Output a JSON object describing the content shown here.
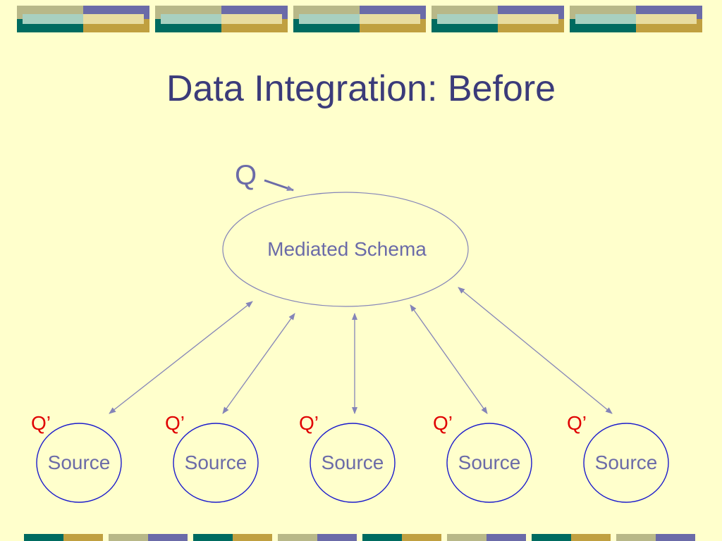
{
  "slide": {
    "title": "Data Integration: Before"
  },
  "diagram": {
    "query_label": "Q",
    "mediated_schema_label": "Mediated Schema",
    "sources": [
      {
        "label": "Source",
        "query_label": "Q’"
      },
      {
        "label": "Source",
        "query_label": "Q’"
      },
      {
        "label": "Source",
        "query_label": "Q’"
      },
      {
        "label": "Source",
        "query_label": "Q’"
      },
      {
        "label": "Source",
        "query_label": "Q’"
      }
    ]
  },
  "colors": {
    "background": "#FFFFCC",
    "title": "#3B3B7A",
    "diagram_text": "#6B6BA8",
    "arrow": "#8484B8",
    "source_circle": "#1A1ACC",
    "source_query": "#E00000",
    "banner_purple": "#6B6BA8",
    "banner_teal": "#006B60",
    "banner_olive": "#B8B888",
    "banner_gold": "#C0A040",
    "banner_mint": "#A8D0C0",
    "banner_cream": "#E8DCA0"
  }
}
